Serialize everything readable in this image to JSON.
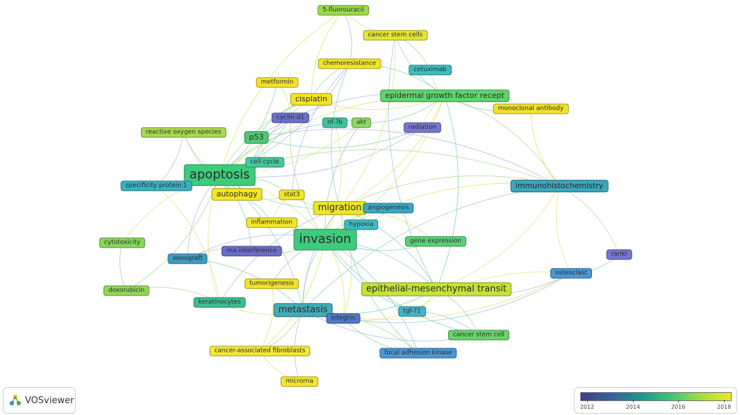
{
  "nodes": [
    {
      "id": "apoptosis",
      "label": "apoptosis",
      "color": "#3ecb7c"
    },
    {
      "id": "invasion",
      "label": "invasion",
      "color": "#3fcb7f"
    },
    {
      "id": "migration",
      "label": "migration",
      "color": "#ece62a"
    },
    {
      "id": "metastasis",
      "label": "metastasis",
      "color": "#43abb7"
    },
    {
      "id": "emt",
      "label": "epithelial-mesenchymal transit",
      "color": "#c4e23a"
    },
    {
      "id": "egfr",
      "label": "epidermal growth factor recept",
      "color": "#5fd36c"
    },
    {
      "id": "ihc",
      "label": "immunohistochemistry",
      "color": "#3aa6bb"
    },
    {
      "id": "autophagy",
      "label": "autophagy",
      "color": "#f2e623"
    },
    {
      "id": "p53",
      "label": "p53",
      "color": "#4cc875"
    },
    {
      "id": "cisplatin",
      "label": "cisplatin",
      "color": "#f3e426"
    },
    {
      "id": "fu",
      "label": "5-fluorouracil",
      "color": "#9ad94c"
    },
    {
      "id": "csc",
      "label": "cancer stem cells",
      "color": "#e2e533"
    },
    {
      "id": "chemo",
      "label": "chemoresistance",
      "color": "#f2e42b"
    },
    {
      "id": "cetux",
      "label": "cetuximab",
      "color": "#3dbdbc"
    },
    {
      "id": "metformin",
      "label": "metformin",
      "color": "#f4e32a"
    },
    {
      "id": "cyclin",
      "label": "cyclin d1",
      "color": "#6b70c8"
    },
    {
      "id": "nfkb",
      "label": "nf-?b",
      "color": "#3fc39d"
    },
    {
      "id": "akt",
      "label": "akt",
      "color": "#8ed85e"
    },
    {
      "id": "mab",
      "label": "monoclonal antibody",
      "color": "#f2e32c"
    },
    {
      "id": "radiation",
      "label": "radiation",
      "color": "#7777cc"
    },
    {
      "id": "ros",
      "label": "reactive oxygen species",
      "color": "#a7da4e"
    },
    {
      "id": "cellcycle",
      "label": "cell cycle",
      "color": "#47c89f"
    },
    {
      "id": "sp1",
      "label": "specificity protein 1",
      "color": "#39b1bf"
    },
    {
      "id": "stat3",
      "label": "stat3",
      "color": "#f2e42b"
    },
    {
      "id": "angio",
      "label": "angiogenesis",
      "color": "#3aa8c6"
    },
    {
      "id": "hypoxia",
      "label": "hypoxia",
      "color": "#3dbcc5"
    },
    {
      "id": "inflam",
      "label": "inflammation",
      "color": "#f2e52b"
    },
    {
      "id": "geneexp",
      "label": "gene expression",
      "color": "#58d276"
    },
    {
      "id": "cytotox",
      "label": "cytotoxicity",
      "color": "#86d858"
    },
    {
      "id": "rnai",
      "label": "rna interference",
      "color": "#6a6ec8"
    },
    {
      "id": "xeno",
      "label": "xenograft",
      "color": "#3e9bc4"
    },
    {
      "id": "rankl",
      "label": "rankl",
      "color": "#7474d2"
    },
    {
      "id": "osteo",
      "label": "osteoclast",
      "color": "#4a98d4"
    },
    {
      "id": "doxo",
      "label": "doxorubicin",
      "color": "#93d758"
    },
    {
      "id": "tumori",
      "label": "tumorigenesis",
      "color": "#f2e428"
    },
    {
      "id": "kerat",
      "label": "keratinocytes",
      "color": "#3cbf95"
    },
    {
      "id": "integrin",
      "label": "integrin",
      "color": "#5377c7"
    },
    {
      "id": "tgf",
      "label": "tgf-?1",
      "color": "#45b3ca"
    },
    {
      "id": "cscell",
      "label": "cancer stem cell",
      "color": "#68d36b"
    },
    {
      "id": "caf",
      "label": "cancer-associated fibroblasts",
      "color": "#f3e63b"
    },
    {
      "id": "fak",
      "label": "focal adhesion kinase",
      "color": "#4b98d5"
    },
    {
      "id": "microrna",
      "label": "microrna",
      "color": "#f3e52e"
    }
  ],
  "logo": {
    "text": "VOSviewer"
  },
  "legend": {
    "ticks": [
      "2012",
      "2014",
      "2016",
      "2018"
    ]
  }
}
